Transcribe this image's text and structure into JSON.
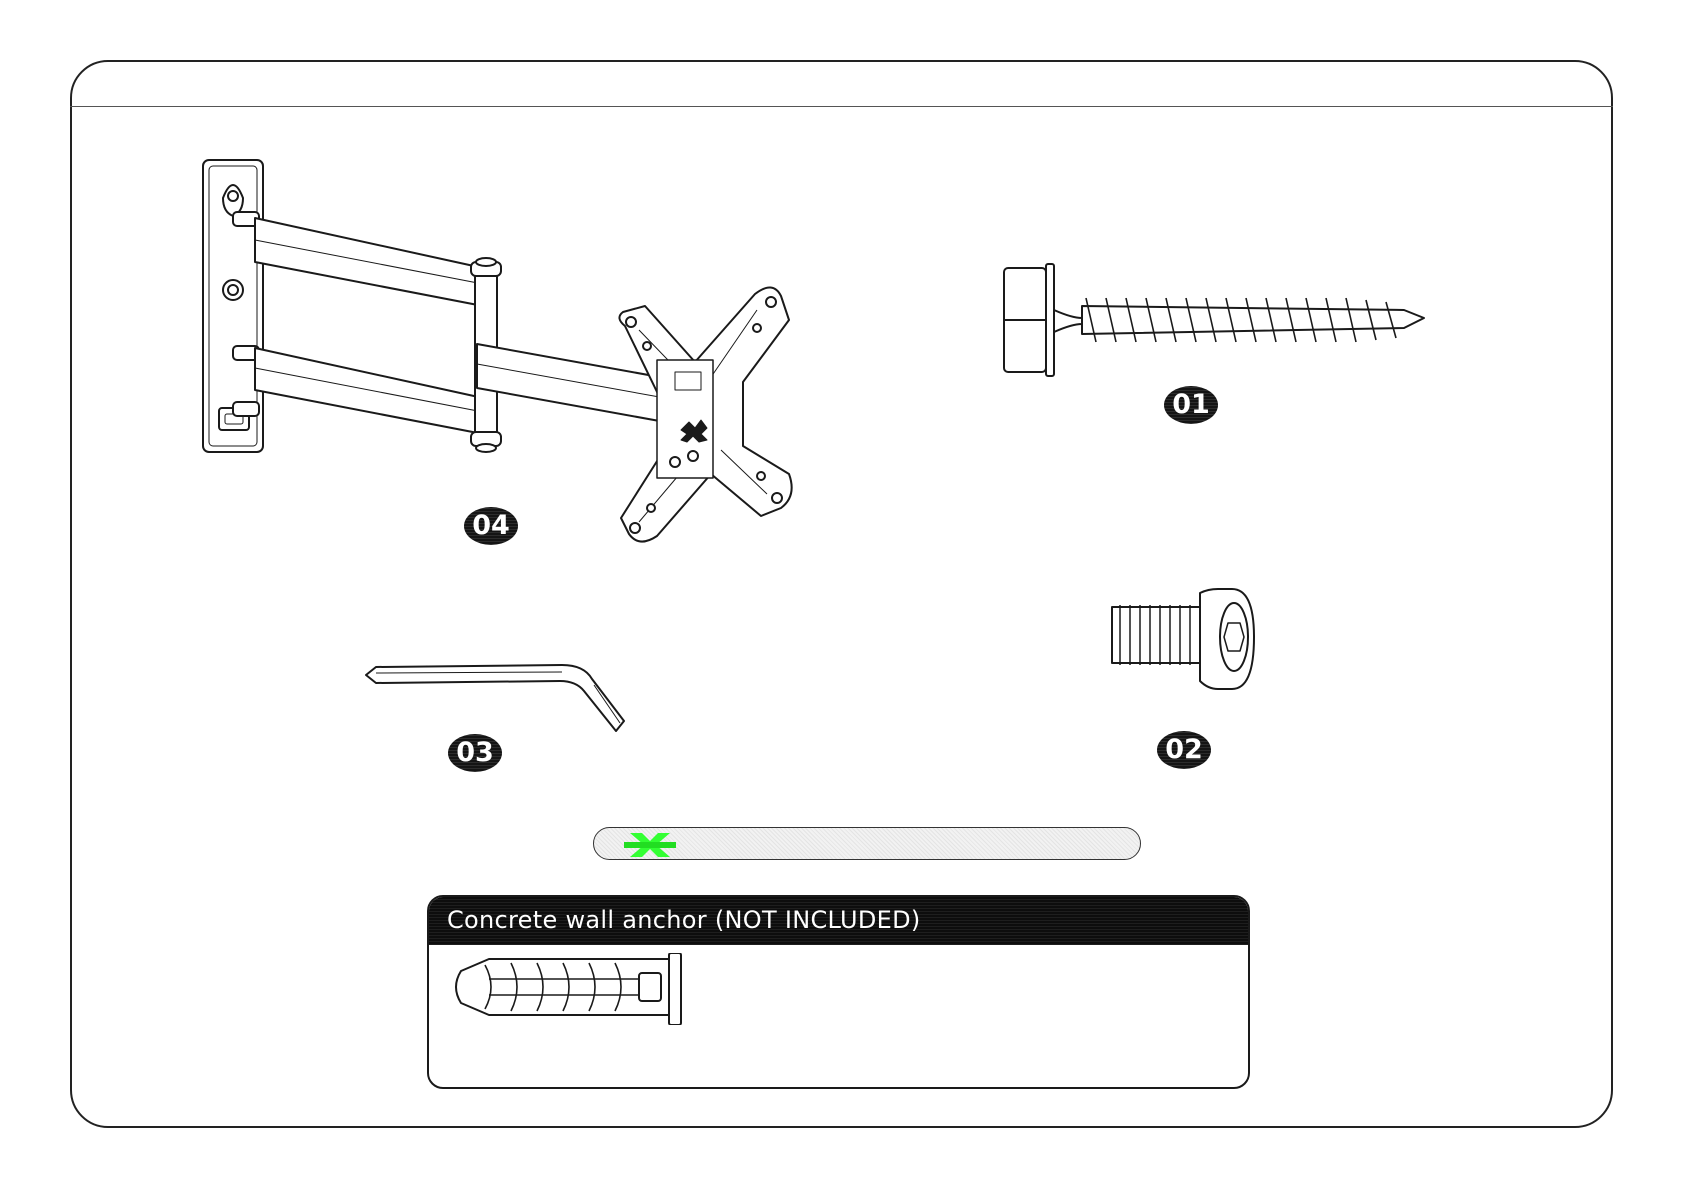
{
  "parts": [
    {
      "id": "01",
      "name": "wall-lag-screw"
    },
    {
      "id": "02",
      "name": "socket-head-bolt"
    },
    {
      "id": "03",
      "name": "allen-key"
    },
    {
      "id": "04",
      "name": "articulating-wall-mount"
    }
  ],
  "anchor": {
    "title": "Concrete wall anchor (NOT INCLUDED)"
  },
  "colors": {
    "ink": "#1a1a1a",
    "badge": "#141414",
    "logo": "#33ff33"
  },
  "icons": {
    "logo": "brand-logo-icon"
  }
}
